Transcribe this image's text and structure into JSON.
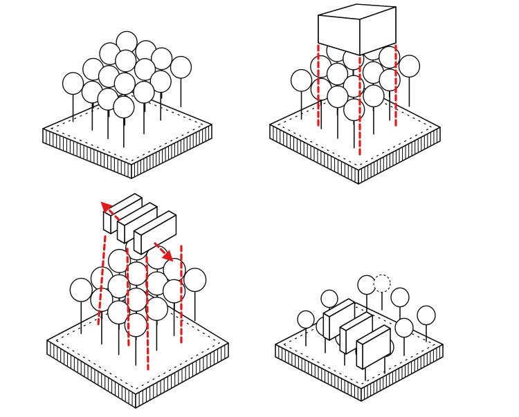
{
  "colors": {
    "ink": "#111111",
    "accent_red": "#e0191b",
    "background": "#ffffff"
  },
  "panels": [
    {
      "id": "site-with-trees",
      "step": 1
    },
    {
      "id": "block-lowered-into-trees",
      "step": 2
    },
    {
      "id": "block-split-into-bars",
      "step": 3
    },
    {
      "id": "bars-set-among-trees",
      "step": 4
    }
  ]
}
